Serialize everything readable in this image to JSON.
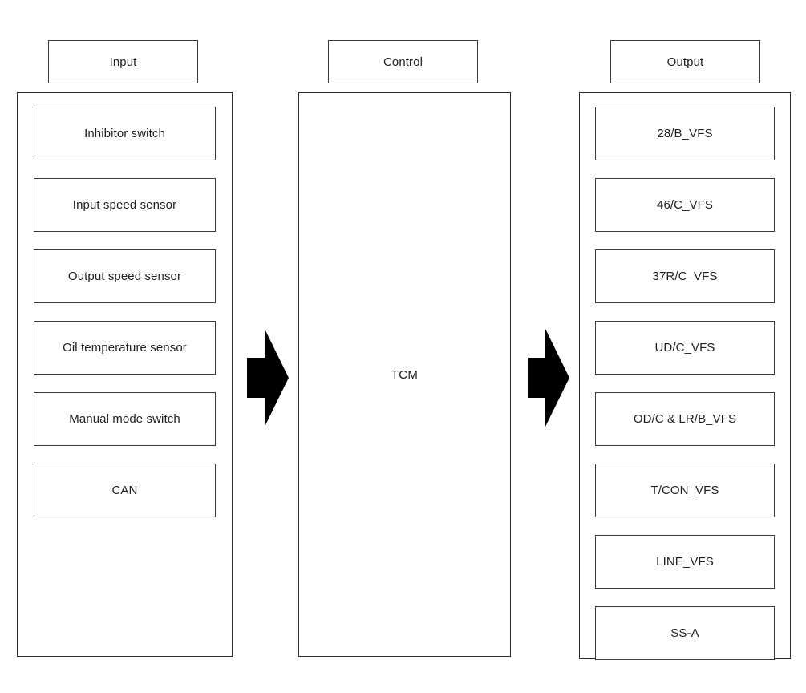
{
  "diagram": {
    "title": "TCM input / control / output block diagram",
    "type": "block-diagram",
    "colors": {
      "background": "#ffffff",
      "box_border": "#3a3a3a",
      "container_border": "#2b2b2b",
      "text": "#1f1f1f",
      "arrow_fill": "#000000"
    },
    "headers": {
      "input": "Input",
      "control": "Control",
      "output": "Output"
    },
    "columns": {
      "input": {
        "header": "Input",
        "items": [
          {
            "label": "Inhibitor switch"
          },
          {
            "label": "Input speed sensor"
          },
          {
            "label": "Output speed sensor"
          },
          {
            "label": "Oil temperature sensor"
          },
          {
            "label": "Manual mode switch"
          },
          {
            "label": "CAN"
          }
        ]
      },
      "control": {
        "header": "Control",
        "label": "TCM",
        "items": []
      },
      "output": {
        "header": "Output",
        "items": [
          {
            "label": "28/B_VFS"
          },
          {
            "label": "46/C_VFS"
          },
          {
            "label": "37R/C_VFS"
          },
          {
            "label": "UD/C_VFS"
          },
          {
            "label": "OD/C & LR/B_VFS"
          },
          {
            "label": "T/CON_VFS"
          },
          {
            "label": "LINE_VFS"
          },
          {
            "label": "SS-A"
          }
        ]
      }
    },
    "arrows": [
      {
        "name": "input-to-control",
        "direction": "right"
      },
      {
        "name": "control-to-output",
        "direction": "right"
      }
    ]
  }
}
